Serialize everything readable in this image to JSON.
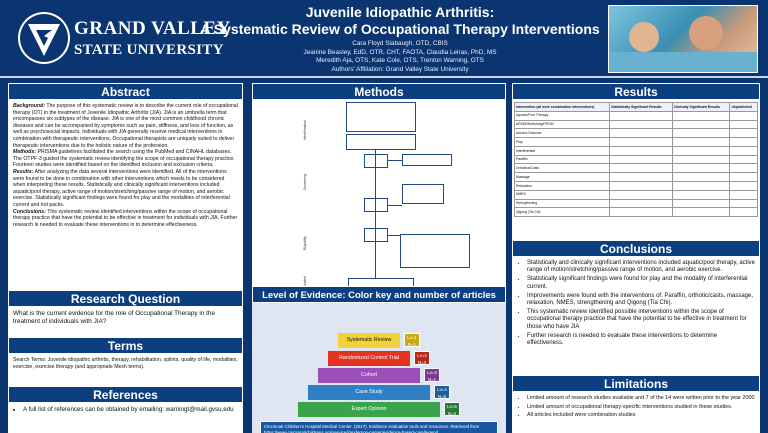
{
  "header": {
    "logo_line1": "GRAND VALLEY",
    "logo_line2": "STATE UNIVERSITY",
    "title_line1": "Juvenile Idiopathic Arthritis:",
    "title_line2": "A Systematic Review of Occupational Therapy Interventions",
    "authors_line1": "Cara Floyd Slabaugh, OTD, CBIS",
    "authors_line2": "Jeanine Beasley, EdD, OTR, CHT, FAOTA, Claudia Leiras, PhD, MS",
    "authors_line3": "Meredith Aja, OTS, Kate Cole, OTS, Trenton Warning, OTS",
    "affiliation": "Authors' Affiliation: Grand Valley State University"
  },
  "abstract": {
    "heading": "Abstract",
    "background_label": "Background:",
    "background": "The purpose of this systematic review is to describe the current role of occupational therapy (OT) in the treatment of Juvenile Idiopathic Arthritis (JIA). JIA is an umbrella term that encompasses six subtypes of the disease. JIA is one of the most common childhood chronic diseases and can be accompanied by symptoms such as pain, stiffness, and loss of function, as well as psychosocial impacts. Individuals with JIA generally receive medical interventions in combination with therapeutic interventions. Occupational therapists are uniquely suited to deliver therapeutic interventions due to the holistic nature of the profession.",
    "methods_label": "Methods:",
    "methods": "PRISMA guidelines facilitated the search using the PubMed and CINAHL databases. The OTPF-3 guided the systematic review identifying the scope of occupational therapy practice. Fourteen studies were identified based on the identified inclusion and exclusion criteria.",
    "results_label": "Results:",
    "results": "After analyzing the data several interventions were identified. All of the interventions were found to be done in combination with other interventions which needs to be considered when interpreting these results. Statistically and clinically significant interventions included aquatic/pool therapy, active range of motion/stretching/passive range of motion, and aerobic exercise. Statistically significant findings were found for play and the modalities of interferential current and hot packs.",
    "conclusions_label": "Conclusions:",
    "conclusions": "This systematic review identified interventions within the scope of occupational therapy practice that have the potential to be effective in treatment for individuals with JIA. Further research is needed to evaluate these interventions in to determine effectiveness."
  },
  "research_question": {
    "heading": "Research Question",
    "text": "What is the current evidence for the role of Occupational Therapy in the treatment of individuals with JIA?"
  },
  "terms": {
    "heading": "Terms",
    "text": "Search Terms: Juvenile idiopathic arthritis, therapy, rehabilitation, splints, quality of life, modalities, exercise, exercise therapy (and appropriate Mesh terms)."
  },
  "references": {
    "heading": "References",
    "text": "A full list of references can be obtained by emailing: warningt@mail.gvsu.edu"
  },
  "methods": {
    "heading": "Methods",
    "stage_identification": "Identification",
    "stage_screening": "Screening",
    "stage_eligibility": "Eligibility",
    "stage_included": "Included"
  },
  "loe": {
    "heading": "Level of Evidence: Color key and number of articles",
    "levels": [
      {
        "label": "Systematic Review",
        "count": "Lv=1",
        "count2": "N=1",
        "color": "#f2d23a"
      },
      {
        "label": "Randomized Control Trial",
        "count": "Lv=2",
        "count2": "N=3",
        "color": "#e2341f"
      },
      {
        "label": "Cohort",
        "count": "Lv=3",
        "count2": "N=1",
        "color": "#9b4fb8"
      },
      {
        "label": "Case Study",
        "count": "Lv=4",
        "count2": "N=5",
        "color": "#2f7fc4"
      },
      {
        "label": "Expert Opinion",
        "count": "Lv=5",
        "count2": "N=4",
        "color": "#3ba34b"
      }
    ],
    "citation": "Cincinnati Children's Hospital Medical Center. (2017). Evidence evaluation tools and resources. Retrieved from https://www.cincinnatichildrens.org/service/j/anderson-center/evidence-based-care/legend"
  },
  "results": {
    "heading": "Results",
    "columns": [
      "Intervention (all were combination interventions)",
      "Statistically Significant Results",
      "Clinically Significant Results",
      "Unpublished"
    ],
    "rows": [
      "Aquatic/Pool Therapy",
      "AROM/Stretching/PROM",
      "Aerobic Exercise",
      "Play",
      "Interferential",
      "Paraffin",
      "Orthotics/Casts",
      "Massage",
      "Relaxation",
      "NMES",
      "Strengthening",
      "Qigong (Tai Chi)"
    ]
  },
  "conclusions": {
    "heading": "Conclusions",
    "items": [
      "Statistically and clinically significant interventions included aquatic/pool therapy, active range of motion/stretching/passive range of motion, and aerobic exercise.",
      "Statistically significant findings were found for play and the modality of interferential current.",
      "Improvements were found with the interventions of: Paraffin, orthotic/casts, massage, relaxation, NMES, strengthening and Qigong (Tia Chi).",
      "This systematic review identified possible interventions within the scope of occupational therapy practice that have the potential to be effective in treatment for those who have JIA",
      "Further research is needed to evaluate these interventions to determine effectiveness."
    ]
  },
  "limitations": {
    "heading": "Limitations",
    "items": [
      "Limited amount of research studies available and 7 of the 14 were written prior to the year 2000",
      "Limited amount of occupational therapy-specific interventions studied in these studies.",
      "All articles included were combination studies"
    ]
  },
  "colors": {
    "navy": "#0b3571",
    "section": "#0c3f80",
    "accent_green": "#1b8a2b"
  }
}
